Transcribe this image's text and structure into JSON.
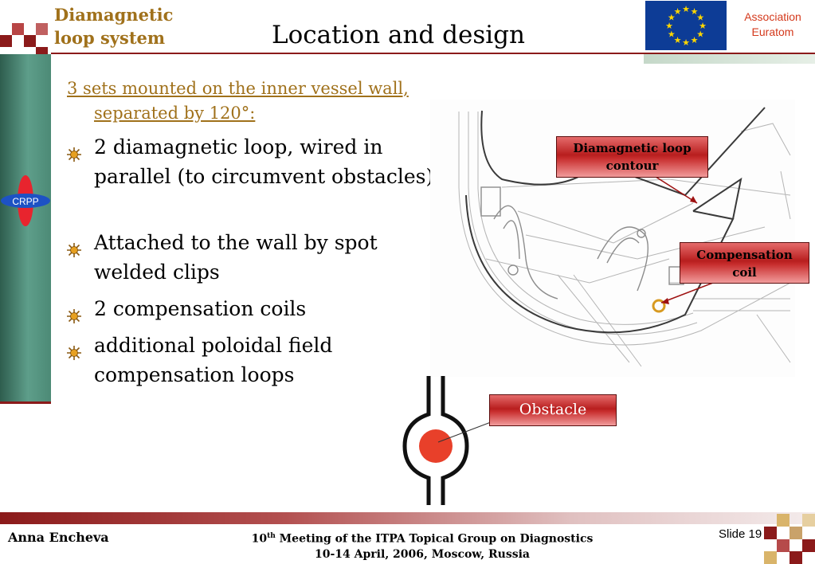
{
  "header": {
    "section_title_line1": "Diamagnetic",
    "section_title_line2": "loop system",
    "slide_title": "Location and design",
    "association_line1": "Association",
    "association_line2": "Euratom",
    "logo_text": "CRPP"
  },
  "body": {
    "intro": "3 sets mounted on the inner vessel wall, separated by 120°:",
    "bullets": [
      "2 diamagnetic loop, wired in parallel (to circumvent obstacles)",
      "Attached to the wall by spot welded clips",
      "2 compensation coils",
      "additional poloidal field compensation loops"
    ]
  },
  "diagram": {
    "label_diamagnetic_line1": "Diamagnetic loop",
    "label_diamagnetic_line2": "contour",
    "label_compensation_line1": "Compensation",
    "label_compensation_line2": "coil",
    "label_obstacle": "Obstacle"
  },
  "footer": {
    "author": "Anna Encheva",
    "meeting_ordinal": "10",
    "meeting_sup": "th",
    "meeting_line1_rest": " Meeting of the ITPA Topical Group on Diagnostics",
    "meeting_line2": "10-14 April, 2006, Moscow, Russia",
    "slide_label": "Slide",
    "slide_number": "19"
  },
  "colors": {
    "accent_gold": "#a0711b",
    "accent_red": "#8b1a1a",
    "association_red": "#d4391c",
    "eu_blue": "#0d3c96",
    "eu_star": "#ffd700"
  }
}
